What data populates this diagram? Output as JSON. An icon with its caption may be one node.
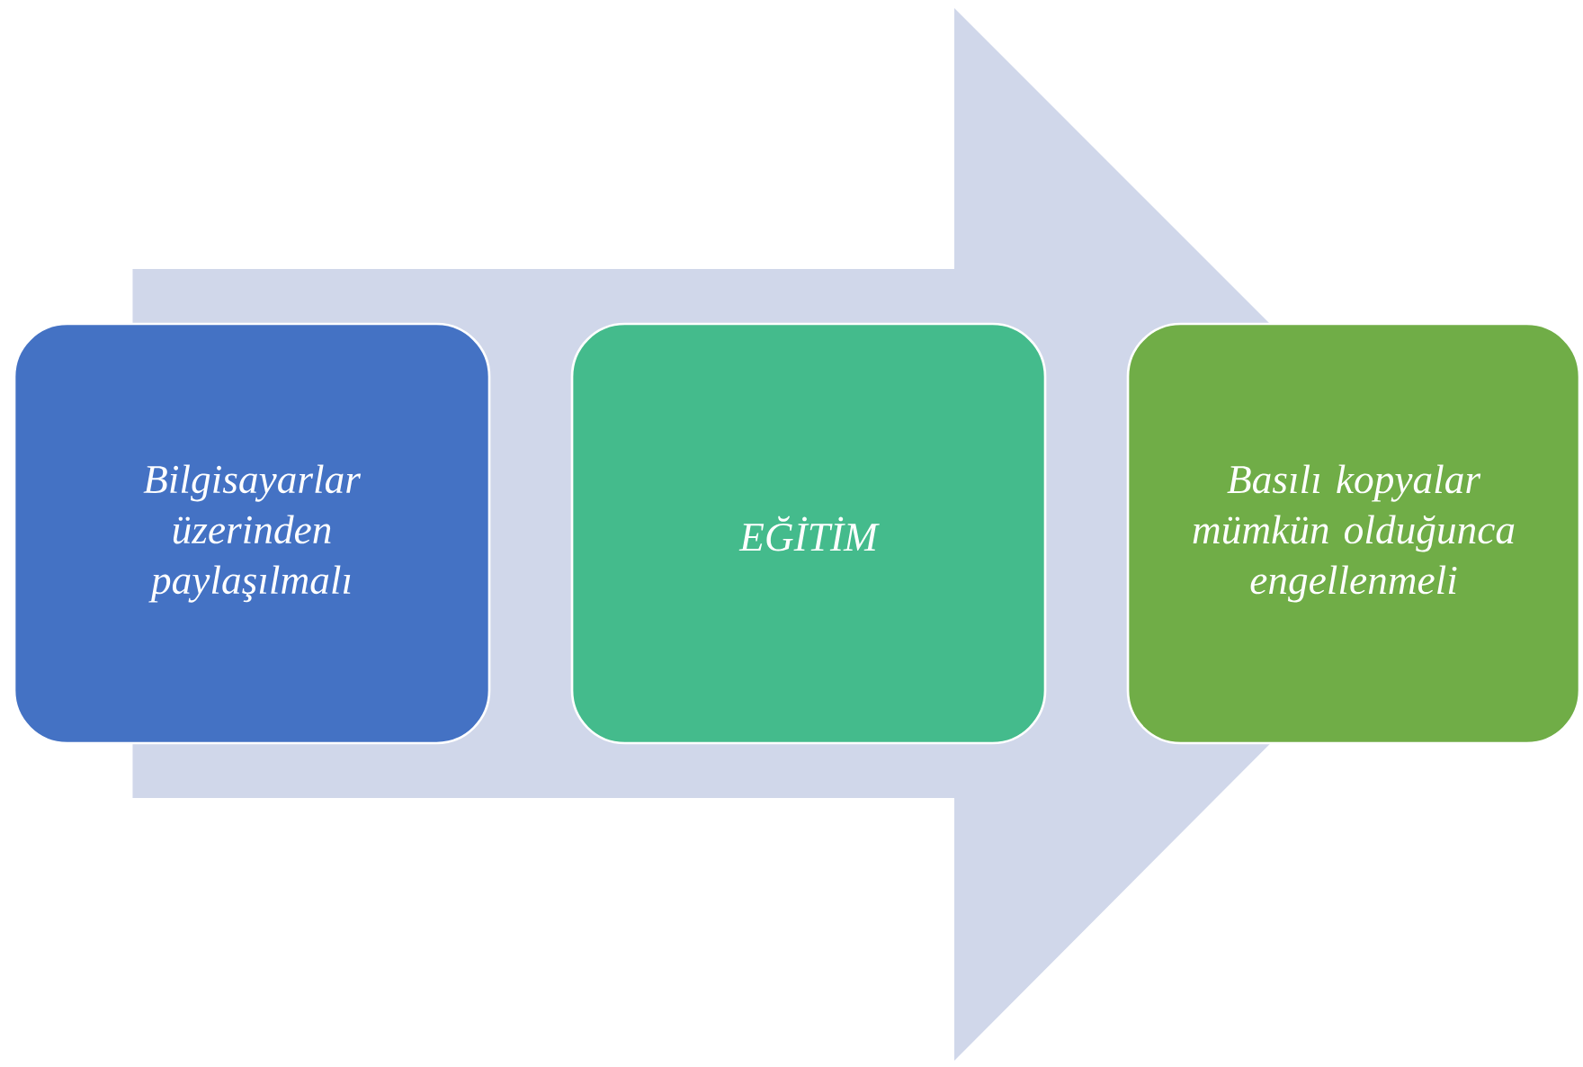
{
  "diagram": {
    "nodes": [
      {
        "text": [
          "Bilgisayarlar üzerinden paylaşılmalı"
        ]
      },
      {
        "text": [
          "EĞİTİM"
        ]
      },
      {
        "text": [
          "Basılı kopyalar mümkün olduğunca engellenmeli"
        ]
      }
    ],
    "edges": [
      {
        "from": 0,
        "to": 2,
        "arrow": "to"
      }
    ]
  }
}
